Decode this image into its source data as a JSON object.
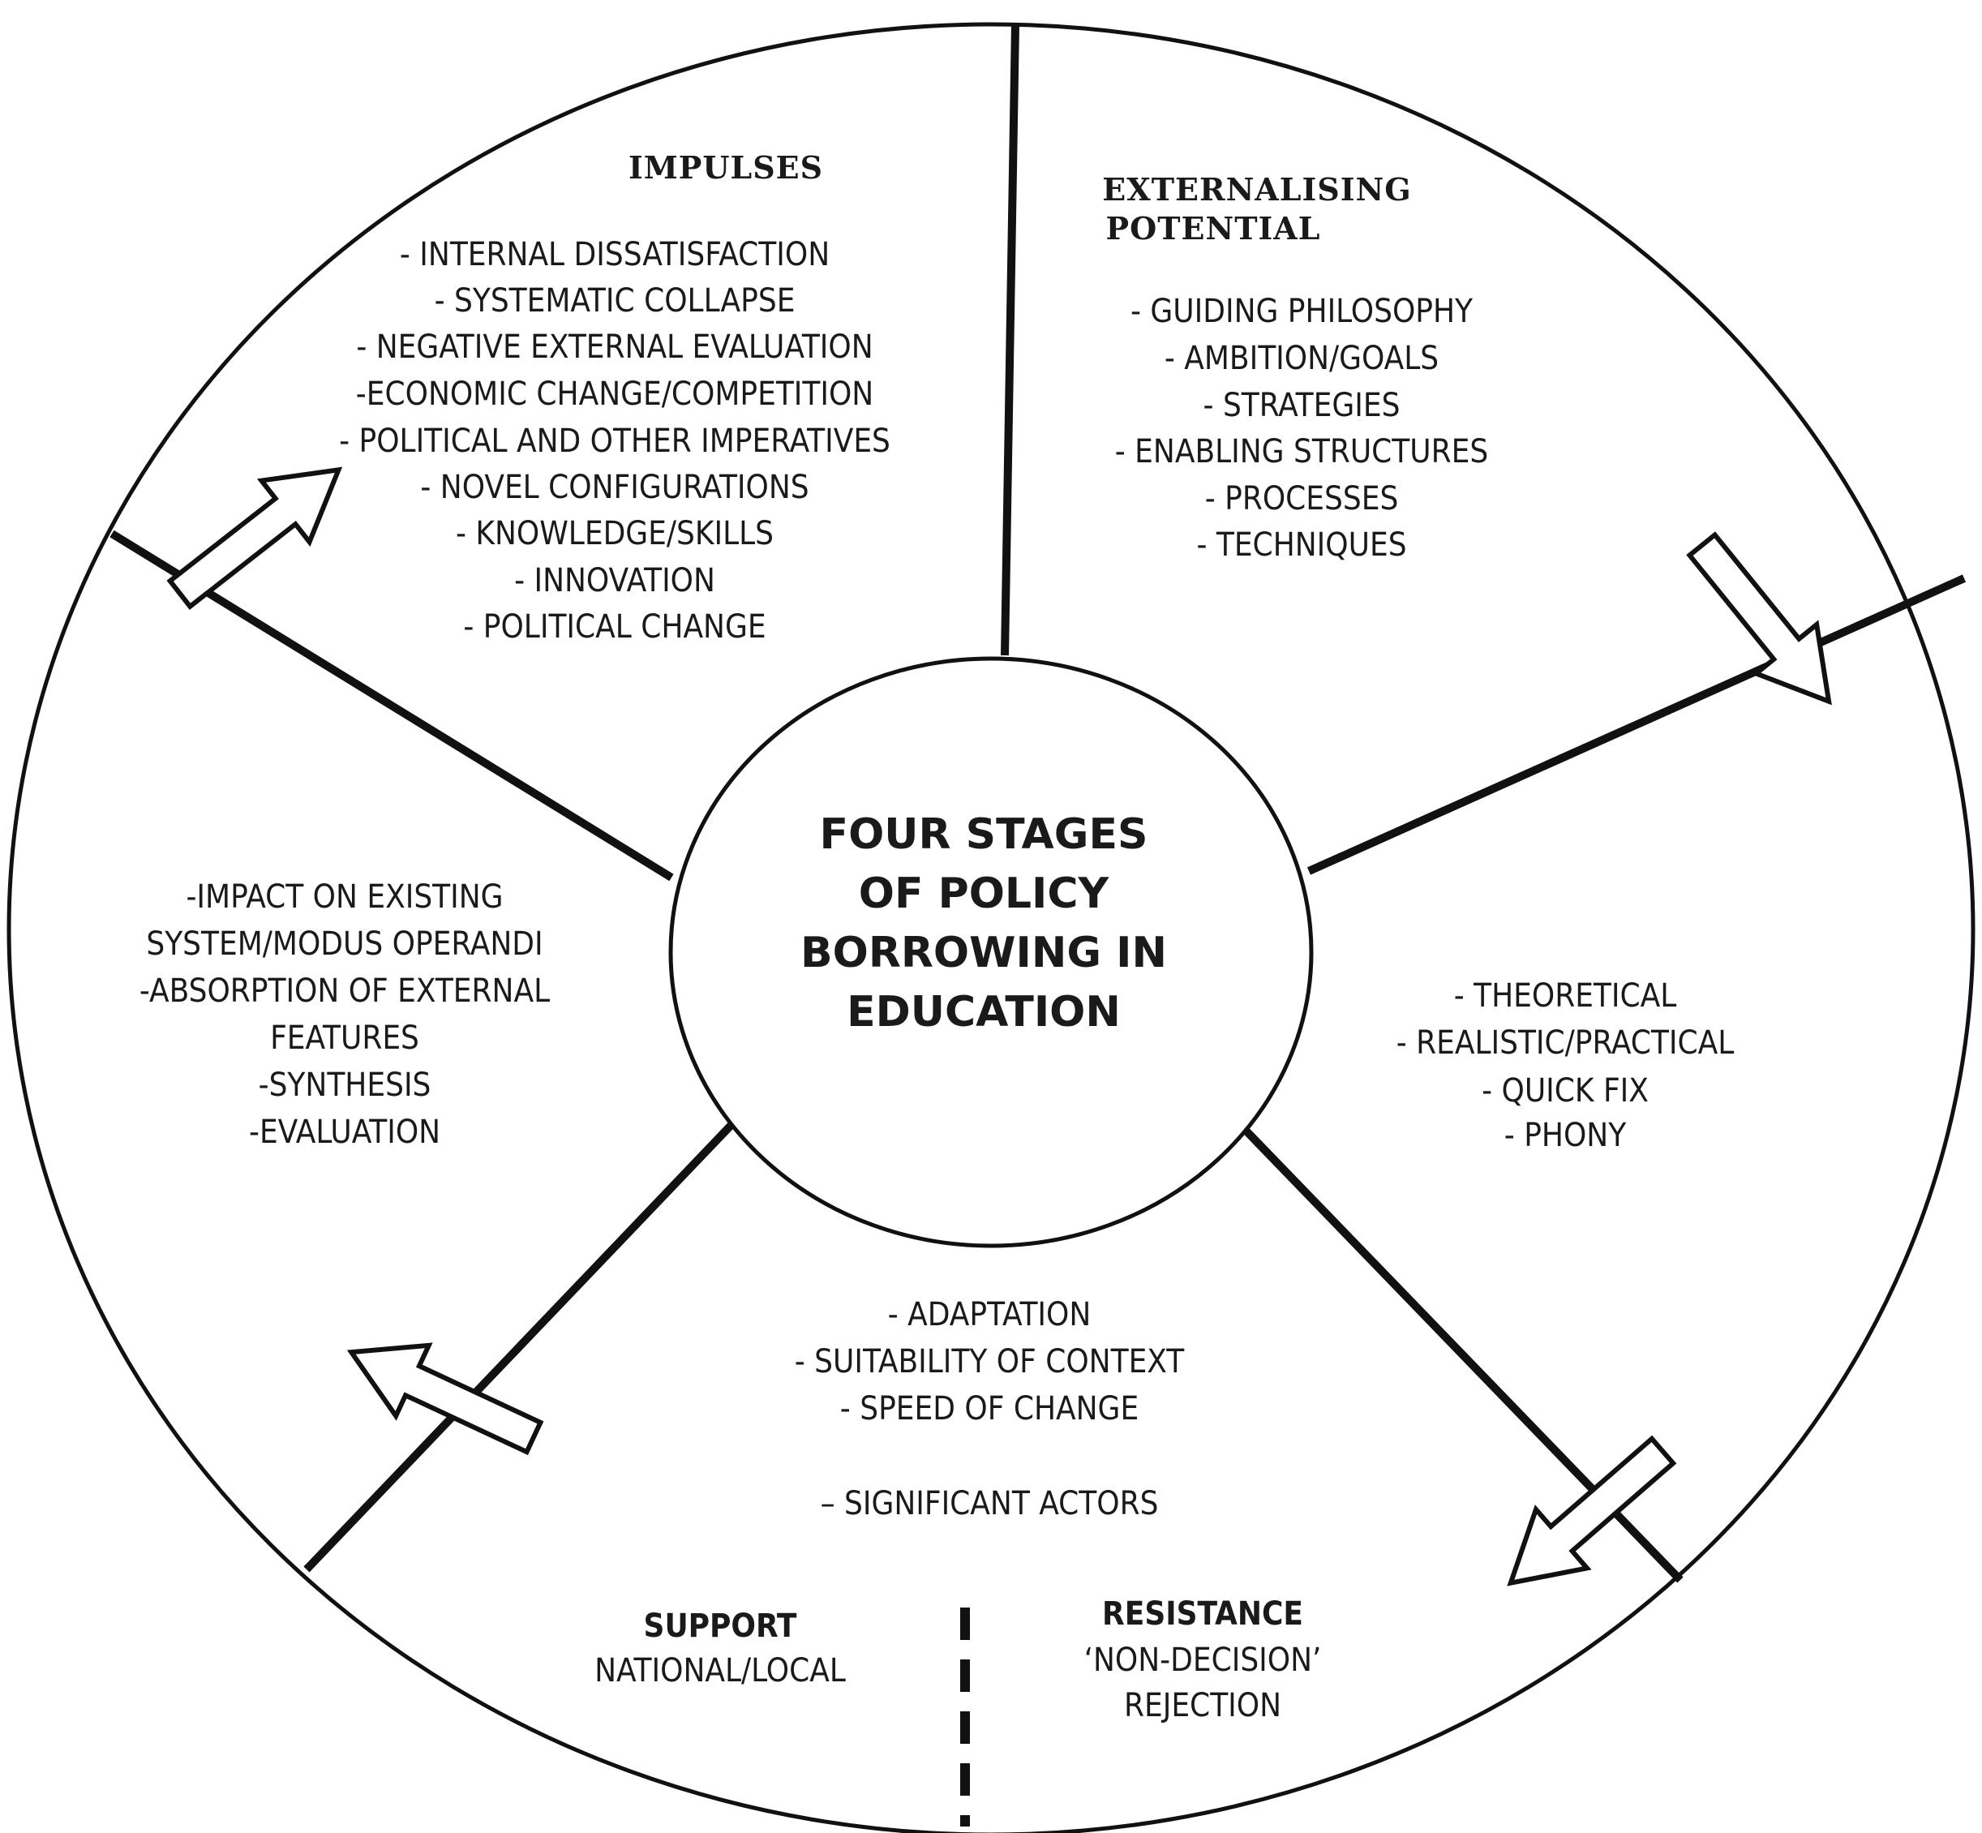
{
  "center": {
    "lines": [
      "FOUR STAGES",
      "OF POLICY",
      "BORROWING IN",
      "EDUCATION"
    ]
  },
  "impulses": {
    "heading": "IMPULSES",
    "items": [
      "- INTERNAL DISSATISFACTION",
      "- SYSTEMATIC COLLAPSE",
      "- NEGATIVE EXTERNAL EVALUATION",
      "-ECONOMIC CHANGE/COMPETITION",
      "- POLITICAL AND OTHER IMPERATIVES",
      "- NOVEL CONFIGURATIONS",
      "- KNOWLEDGE/SKILLS",
      "- INNOVATION",
      "- POLITICAL CHANGE"
    ]
  },
  "externalising": {
    "heading": [
      "EXTERNALISING",
      "POTENTIAL"
    ],
    "items": [
      "- GUIDING PHILOSOPHY",
      "- AMBITION/GOALS",
      "- STRATEGIES",
      "- ENABLING STRUCTURES",
      "- PROCESSES",
      "- TECHNIQUES"
    ]
  },
  "decision": {
    "items": [
      "- THEORETICAL",
      "- REALISTIC/PRACTICAL",
      "- QUICK FIX",
      "- PHONY"
    ]
  },
  "implementation": {
    "items": [
      "- ADAPTATION",
      "- SUITABILITY OF CONTEXT",
      "- SPEED OF CHANGE",
      "– SIGNIFICANT ACTORS"
    ],
    "support": {
      "heading": "SUPPORT",
      "text": "NATIONAL/LOCAL"
    },
    "resistance": {
      "heading": "RESISTANCE",
      "lines": [
        "‘NON-DECISION’",
        "REJECTION"
      ]
    }
  },
  "internalisation": {
    "items": [
      "-IMPACT ON EXISTING",
      "SYSTEM/MODUS OPERANDI",
      "-ABSORPTION OF EXTERNAL",
      "FEATURES",
      "-SYNTHESIS",
      "-EVALUATION"
    ]
  }
}
